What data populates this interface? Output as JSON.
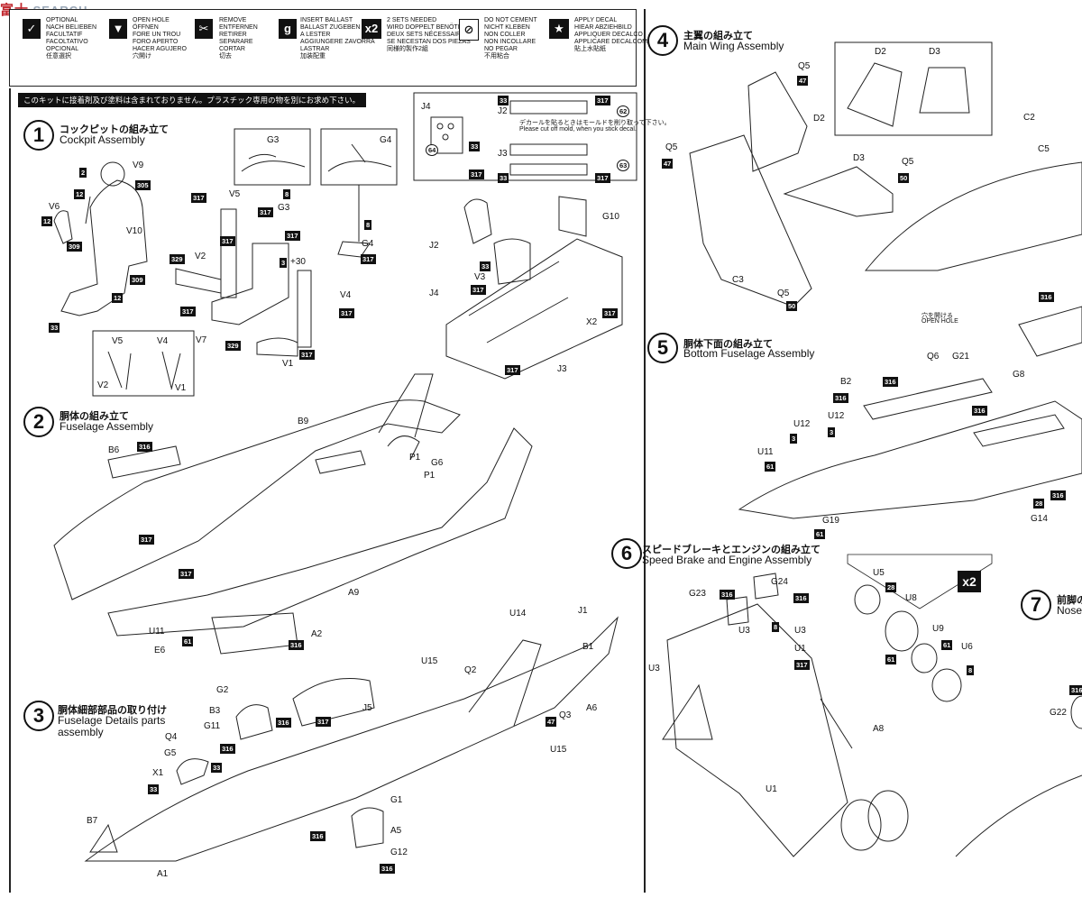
{
  "watermark": {
    "cn": "富士",
    "text": "SEARCH"
  },
  "legend": [
    {
      "icon": "",
      "lines": "OPTIONAL\nNACH BELIEBEN\nFACULTATIF\nFACOLTATIVO\nOPCIONAL\n任意選択"
    },
    {
      "icon": "",
      "lines": "OPEN HOLE\nÖFFNEN\nFORE UN TROU\nFORO APERTO\nHACER AGUJERO\n穴開け"
    },
    {
      "icon": "",
      "lines": "REMOVE\nENTFERNEN\nRETIRER\nSEPARARE\nCORTAR\n切去"
    },
    {
      "icon": "g",
      "lines": "INSERT BALLAST\nBALLAST ZUGEBEN\nA LESTER\nAGGIUNGERE ZAVORRA\nLASTRAR\n加装配重"
    },
    {
      "icon": "x2",
      "lines": "2 SETS NEEDED\nWIRD DOPPELT BENÖTIGT\nDEUX SETS NÉCESSAIRES\nSE NECESTAN DOS PIEZAS\n同様的製作2組"
    },
    {
      "icon": "",
      "lines": "DO NOT CEMENT\nNICHT KLEBEN\nNON COLLER\nNON INCOLLARE\nNO PEGAR\n不用粘合"
    },
    {
      "icon": "★",
      "lines": "APPLY DECAL\nHIEAR ABZIEHBILD\nAPPLIQUER DECALCO\nAPPLICARE DECALCOMANIA\n貼上水貼紙"
    }
  ],
  "notice": "このキットに接着剤及び塗料は含まれておりません。プラスチック専用の物を別にお求め下さい。",
  "steps": {
    "s1": {
      "num": "1",
      "jp": "コックピットの組み立て",
      "en": "Cockpit Assembly"
    },
    "s2": {
      "num": "2",
      "jp": "胴体の組み立て",
      "en": "Fuselage Assembly"
    },
    "s3": {
      "num": "3",
      "jp": "胴体細部部品の取り付け",
      "en": "Fuselage Details parts",
      "en2": "assembly"
    },
    "s4": {
      "num": "4",
      "jp": "主翼の組み立て",
      "en": "Main Wing Assembly"
    },
    "s5": {
      "num": "5",
      "jp": "胴体下面の組み立て",
      "en": "Bottom Fuselage Assembly"
    },
    "s6": {
      "num": "6",
      "jp": "スピードブレーキとエンジンの組み立て",
      "en": "Speed Brake and Engine Assembly"
    },
    "s7": {
      "num": "7",
      "jp": "前脚の",
      "en": "Nose"
    }
  },
  "decal_note": {
    "jp": "デカールを貼るときはモールドを削り取って下さい。",
    "en": "Please cut off mold, when you stick decal."
  },
  "open_hole": {
    "jp": "穴を開ける",
    "en": "OPEN HOLE"
  },
  "x2_label": "x2",
  "colors": {
    "ink": "#111111",
    "watermark_red": "#c0262d",
    "watermark_gray": "#9aa8b8"
  }
}
